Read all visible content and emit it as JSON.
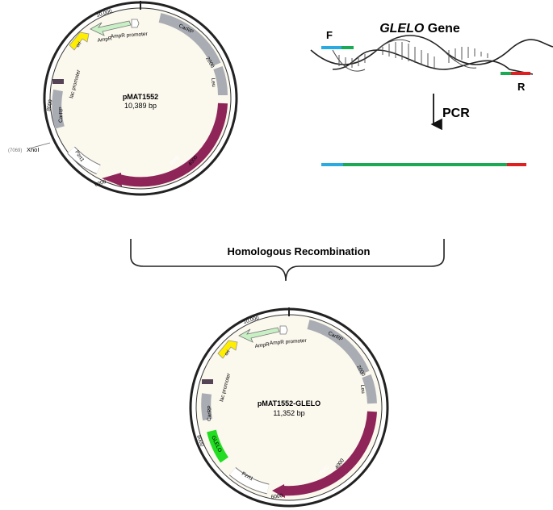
{
  "gene": {
    "title_italic": "GLELO",
    "title_rest": " Gene",
    "forward_primer": "F",
    "reverse_primer": "R",
    "pcr_label": "PCR",
    "colors": {
      "forward": "#29abe2",
      "gene": "#1aaa55",
      "reverse": "#e02020"
    }
  },
  "process_label": "Homologous Recombination",
  "plasmid1": {
    "name": "pMAT1552",
    "size": "10,389 bp",
    "ticks": [
      "10,000",
      "2000",
      "4000",
      "6000",
      "8000"
    ],
    "features": {
      "carrp_top": "CarRP",
      "leu": "Leu",
      "pyrg": "pyrG",
      "pzrt1": "Pzrt1",
      "carrp_left": "CarRP",
      "lac_promoter": "lac promoter",
      "ori": "ori",
      "ampr": "AmpR",
      "ampr_promoter": "AmpR promoter"
    },
    "site_position": "(7069)",
    "site_name": "XhoI"
  },
  "plasmid2": {
    "name": "pMAT1552-GLELO",
    "size": "11,352 bp",
    "ticks": [
      "10,000",
      "2000",
      "4000",
      "6000",
      "8000"
    ],
    "features": {
      "carrp_top": "CarRP",
      "leu": "Leu",
      "pyrg": "pyrG",
      "pzrt1": "Pzrt1",
      "glelo": "GLELO",
      "carrp_left": "CarRP",
      "lac_promoter": "lac promoter",
      "ori": "ori",
      "ampr": "AmpR",
      "ampr_promoter": "AmpR promoter"
    }
  },
  "colors": {
    "backbone_fill": "#fbf8ee",
    "grey_feature": "#a9adb3",
    "pyrg": "#8e2458",
    "ori": "#ffee00",
    "ampr": "#c8f0c4",
    "glelo": "#22dd22"
  }
}
